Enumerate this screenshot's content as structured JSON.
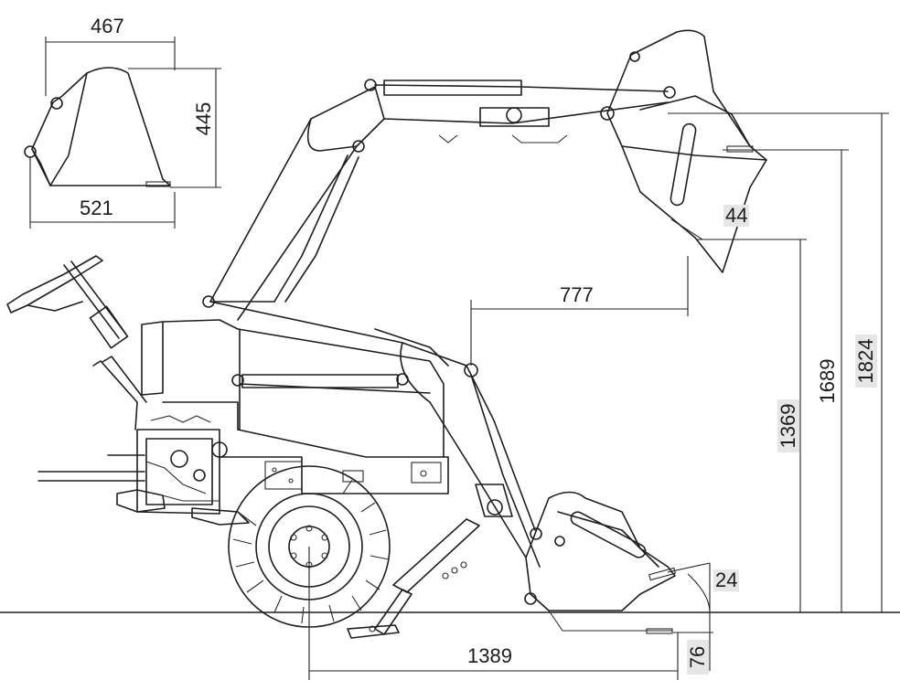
{
  "dimensions": {
    "bucket_top_width": "467",
    "bucket_height": "445",
    "bucket_bottom_width": "521",
    "bucket_tilt_top": "44",
    "reach_777": "777",
    "height_1369": "1369",
    "height_1689": "1689",
    "height_1824": "1824",
    "ground_angle_24": "24",
    "dig_depth_76": "76",
    "reach_1389": "1389"
  },
  "colors": {
    "stroke": "#1e1e1e",
    "label_background": "#e6e6e6",
    "background": "#ffffff"
  }
}
